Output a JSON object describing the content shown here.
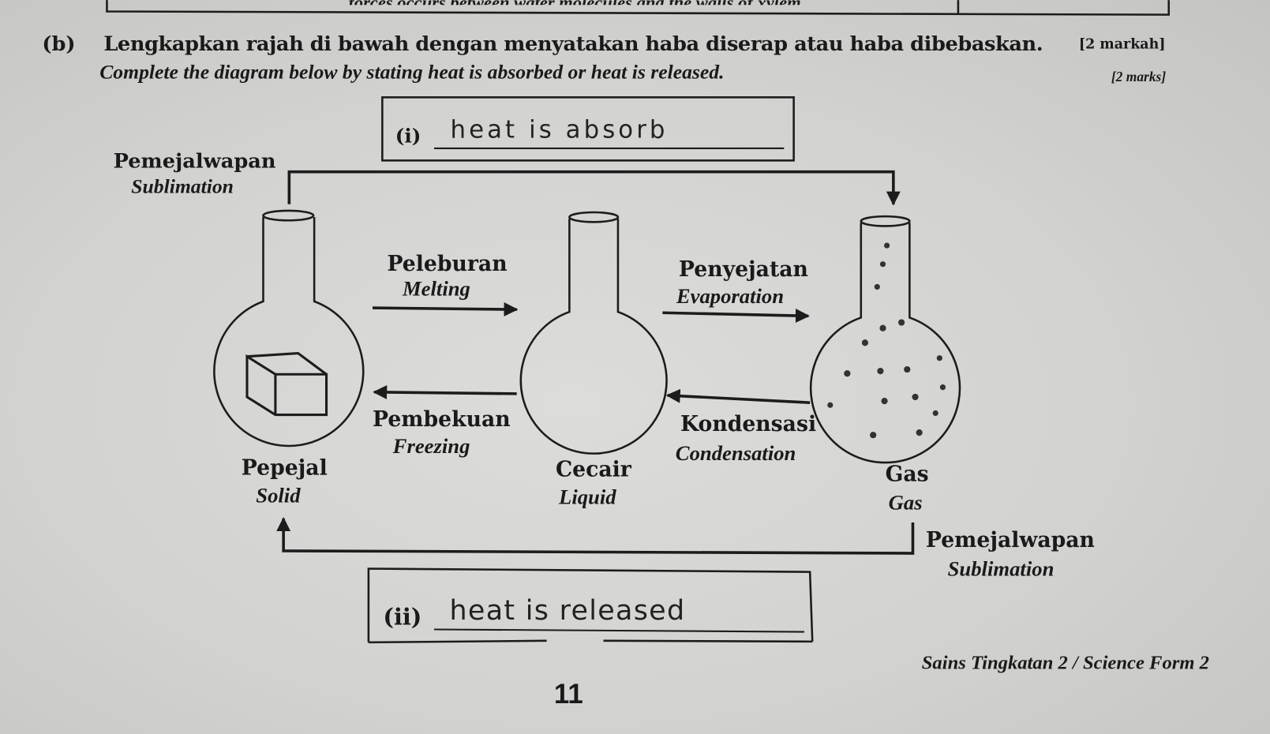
{
  "top_cutoff_text": "forces occurs between water molecules and the walls of xylem.",
  "question": {
    "label": "(b)",
    "instruction_ms": "Lengkapkan rajah di bawah dengan menyatakan haba diserap atau haba dibebaskan.",
    "marks_ms": "[2 markah]",
    "instruction_en": "Complete the diagram below by stating heat is absorbed or heat is released.",
    "marks_en": "[2 marks]"
  },
  "answers": [
    {
      "label": "(i)",
      "handwritten": "heat is absorb"
    },
    {
      "label": "(ii)",
      "handwritten": "heat is released"
    }
  ],
  "states": {
    "solid": {
      "ms": "Pepejal",
      "en": "Solid"
    },
    "liquid": {
      "ms": "Cecair",
      "en": "Liquid"
    },
    "gas": {
      "ms": "Gas",
      "en": "Gas"
    }
  },
  "processes": {
    "sublimation_top": {
      "ms": "Pemejalwapan",
      "en": "Sublimation"
    },
    "melting": {
      "ms": "Peleburan",
      "en": "Melting"
    },
    "freezing": {
      "ms": "Pembekuan",
      "en": "Freezing"
    },
    "evaporation": {
      "ms": "Penyejatan",
      "en": "Evaporation"
    },
    "condensation": {
      "ms": "Kondensasi",
      "en": "Condensation"
    },
    "sublimation_bottom": {
      "ms": "Pemejalwapan",
      "en": "Sublimation"
    }
  },
  "footer": {
    "subject": "Sains Tingkatan 2 / Science Form 2",
    "page_number": "11"
  }
}
